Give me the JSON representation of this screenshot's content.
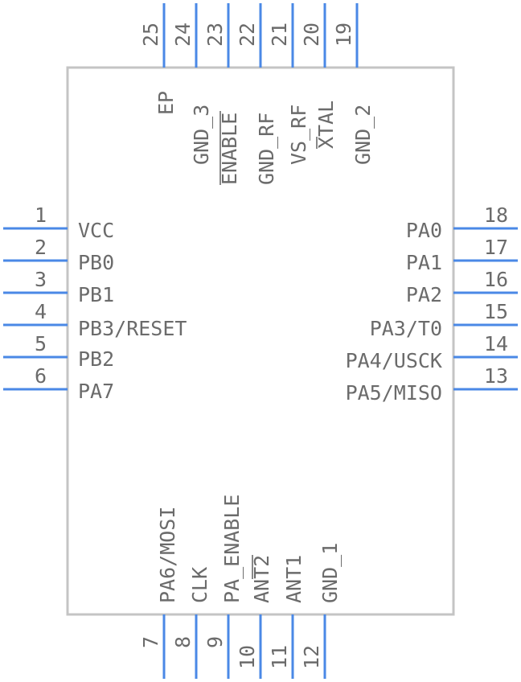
{
  "component": {
    "left_pins": [
      {
        "number": "1",
        "label": "VCC"
      },
      {
        "number": "2",
        "label": "PB0"
      },
      {
        "number": "3",
        "label": "PB1"
      },
      {
        "number": "4",
        "label": "PB3/RESET"
      },
      {
        "number": "5",
        "label": "PB2"
      },
      {
        "number": "6",
        "label": "PA7"
      }
    ],
    "right_pins": [
      {
        "number": "18",
        "label": "PA0"
      },
      {
        "number": "17",
        "label": "PA1"
      },
      {
        "number": "16",
        "label": "PA2"
      },
      {
        "number": "15",
        "label": "PA3/T0"
      },
      {
        "number": "14",
        "label": "PA4/USCK"
      },
      {
        "number": "13",
        "label": "PA5/MISO"
      }
    ],
    "top_pins": [
      {
        "number": "25",
        "label": "EP"
      },
      {
        "number": "24",
        "label": "GND_3"
      },
      {
        "number": "23",
        "label": "ENABLE"
      },
      {
        "number": "22",
        "label": "GND_RF"
      },
      {
        "number": "21",
        "label": "VS_RF"
      },
      {
        "number": "20",
        "label": "XTAL"
      },
      {
        "number": "19",
        "label": "GND_2"
      }
    ],
    "bottom_pins": [
      {
        "number": "7",
        "label": "PA6/MOSI"
      },
      {
        "number": "8",
        "label": "CLK"
      },
      {
        "number": "9",
        "label": "PA_ENABLE"
      },
      {
        "number": "10",
        "label": "ANT2"
      },
      {
        "number": "11",
        "label": "ANT1"
      },
      {
        "number": "12",
        "label": "GND_1"
      }
    ],
    "colors": {
      "pin": "#4a88e6",
      "outline": "#c4c4c4",
      "text": "#6b6b6b"
    }
  }
}
